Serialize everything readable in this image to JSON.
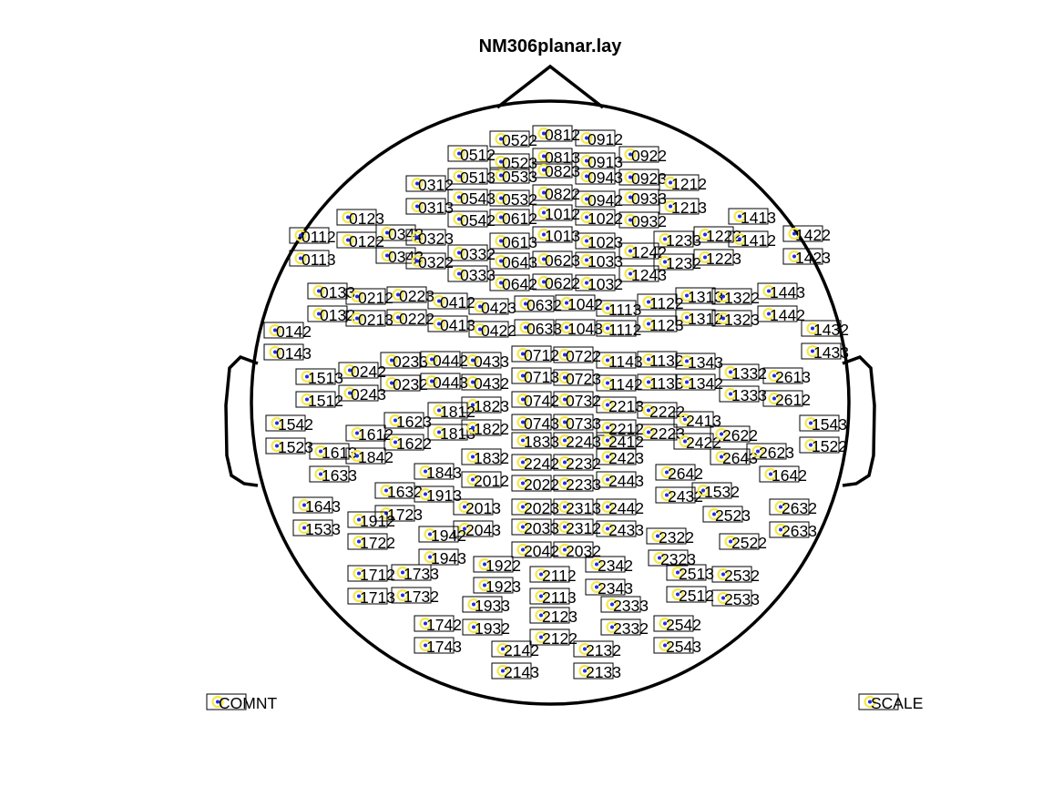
{
  "title": "NM306planar.lay",
  "layout": {
    "comment_label": "COMNT",
    "scale_label": "SCALE",
    "channels": [
      "0512",
      "0522",
      "0812",
      "0912",
      "0513",
      "0523",
      "0813",
      "0913",
      "0922",
      "0312",
      "0533",
      "0823",
      "0943",
      "0923",
      "1212",
      "0543",
      "0532",
      "0822",
      "0942",
      "0933",
      "0313",
      "0542",
      "0612",
      "1012",
      "1022",
      "0932",
      "1213",
      "0123",
      "1413",
      "0112",
      "0122",
      "0342",
      "0323",
      "0613",
      "1013",
      "1023",
      "1233",
      "1222",
      "1412",
      "1422",
      "0113",
      "0343",
      "0322",
      "0332",
      "0643",
      "0623",
      "1033",
      "1242",
      "1232",
      "1223",
      "1423",
      "0333",
      "0642",
      "0622",
      "1032",
      "1243",
      "0133",
      "0212",
      "0223",
      "0412",
      "0423",
      "0632",
      "1042",
      "1113",
      "1122",
      "1313",
      "1322",
      "1443",
      "0132",
      "0213",
      "0222",
      "0413",
      "0422",
      "0633",
      "1043",
      "1112",
      "1123",
      "1312",
      "1323",
      "1442",
      "0142",
      "1432",
      "0143",
      "0233",
      "0442",
      "0433",
      "0712",
      "0722",
      "1143",
      "1132",
      "1343",
      "1433",
      "1513",
      "0242",
      "0232",
      "0443",
      "0432",
      "0713",
      "0723",
      "1142",
      "1133",
      "1342",
      "1332",
      "2613",
      "1512",
      "0243",
      "1823",
      "0742",
      "0732",
      "2213",
      "2222",
      "1333",
      "2612",
      "1623",
      "1812",
      "0743",
      "0733",
      "2212",
      "2223",
      "2413",
      "1542",
      "1612",
      "1622",
      "1813",
      "1822",
      "1833",
      "2243",
      "2412",
      "2422",
      "2622",
      "1543",
      "1523",
      "1613",
      "1842",
      "1832",
      "2242",
      "2232",
      "2423",
      "2643",
      "2623",
      "1522",
      "1633",
      "1843",
      "2012",
      "2022",
      "2233",
      "2443",
      "2642",
      "1642",
      "1632",
      "1913",
      "2013",
      "2023",
      "2313",
      "2442",
      "2432",
      "1532",
      "1643",
      "1723",
      "1912",
      "2043",
      "2033",
      "2312",
      "2433",
      "2523",
      "2632",
      "1533",
      "1942",
      "2322",
      "2633",
      "1722",
      "2042",
      "2032",
      "2522",
      "1943",
      "1922",
      "2342",
      "2323",
      "1712",
      "1733",
      "2112",
      "2513",
      "2532",
      "1923",
      "2343",
      "1713",
      "1732",
      "2113",
      "2512",
      "2533",
      "1933",
      "2333",
      "2123",
      "1742",
      "1932",
      "2332",
      "2542",
      "2122",
      "1743",
      "2142",
      "2132",
      "2543",
      "2143",
      "2133"
    ]
  }
}
